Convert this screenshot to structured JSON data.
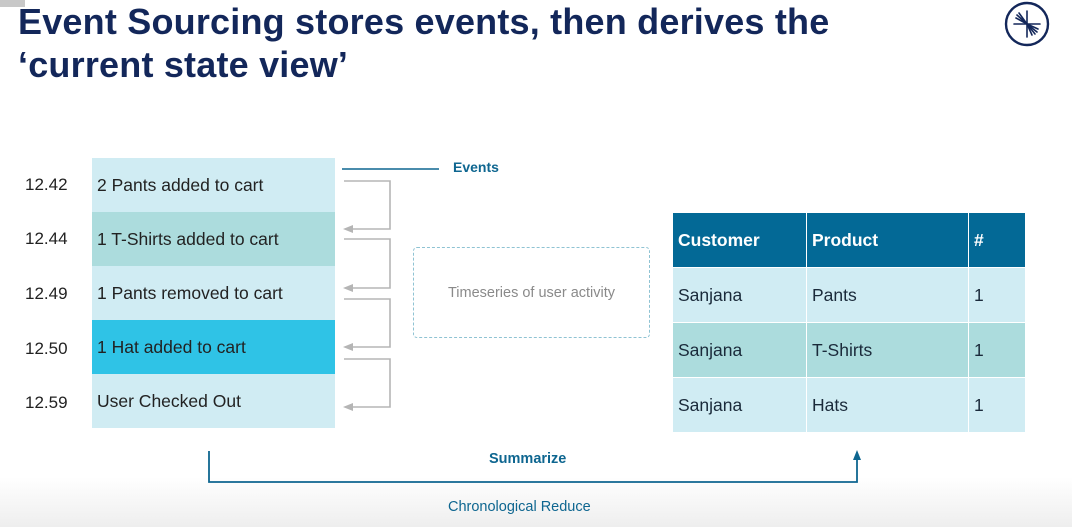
{
  "slide": {
    "title_line1": "Event Sourcing stores events, then derives the",
    "title_line2": "‘current state view’",
    "logo_icon": "starburst-circle-logo-icon"
  },
  "events": [
    {
      "time": "12.42",
      "text": "2 Pants added to cart",
      "color": "#d0ecf3"
    },
    {
      "time": "12.44",
      "text": "1 T-Shirts added to cart",
      "color": "#acdcdd"
    },
    {
      "time": "12.49",
      "text": "1 Pants removed to cart",
      "color": "#d0ecf3"
    },
    {
      "time": "12.50",
      "text": "1 Hat added to cart",
      "color": "#2fc3e6"
    },
    {
      "time": "12.59",
      "text": "User Checked Out",
      "color": "#d0ecf3"
    }
  ],
  "labels": {
    "events": "Events",
    "timeseries": "Timeseries of user activity",
    "summarize": "Summarize",
    "chronological_reduce": "Chronological Reduce"
  },
  "state_table": {
    "headers": [
      "Customer",
      "Product",
      "#"
    ],
    "rows": [
      [
        "Sanjana",
        "Pants",
        "1"
      ],
      [
        "Sanjana",
        "T-Shirts",
        "1"
      ],
      [
        "Sanjana",
        "Hats",
        "1"
      ]
    ]
  },
  "colors": {
    "title": "#13275a",
    "accent": "#0e6690",
    "header_bg": "#036996",
    "row_light": "#d0ecf3",
    "row_teal": "#acdcdd",
    "row_highlight": "#2fc3e6",
    "arrow_gray": "#b5b5b5"
  }
}
